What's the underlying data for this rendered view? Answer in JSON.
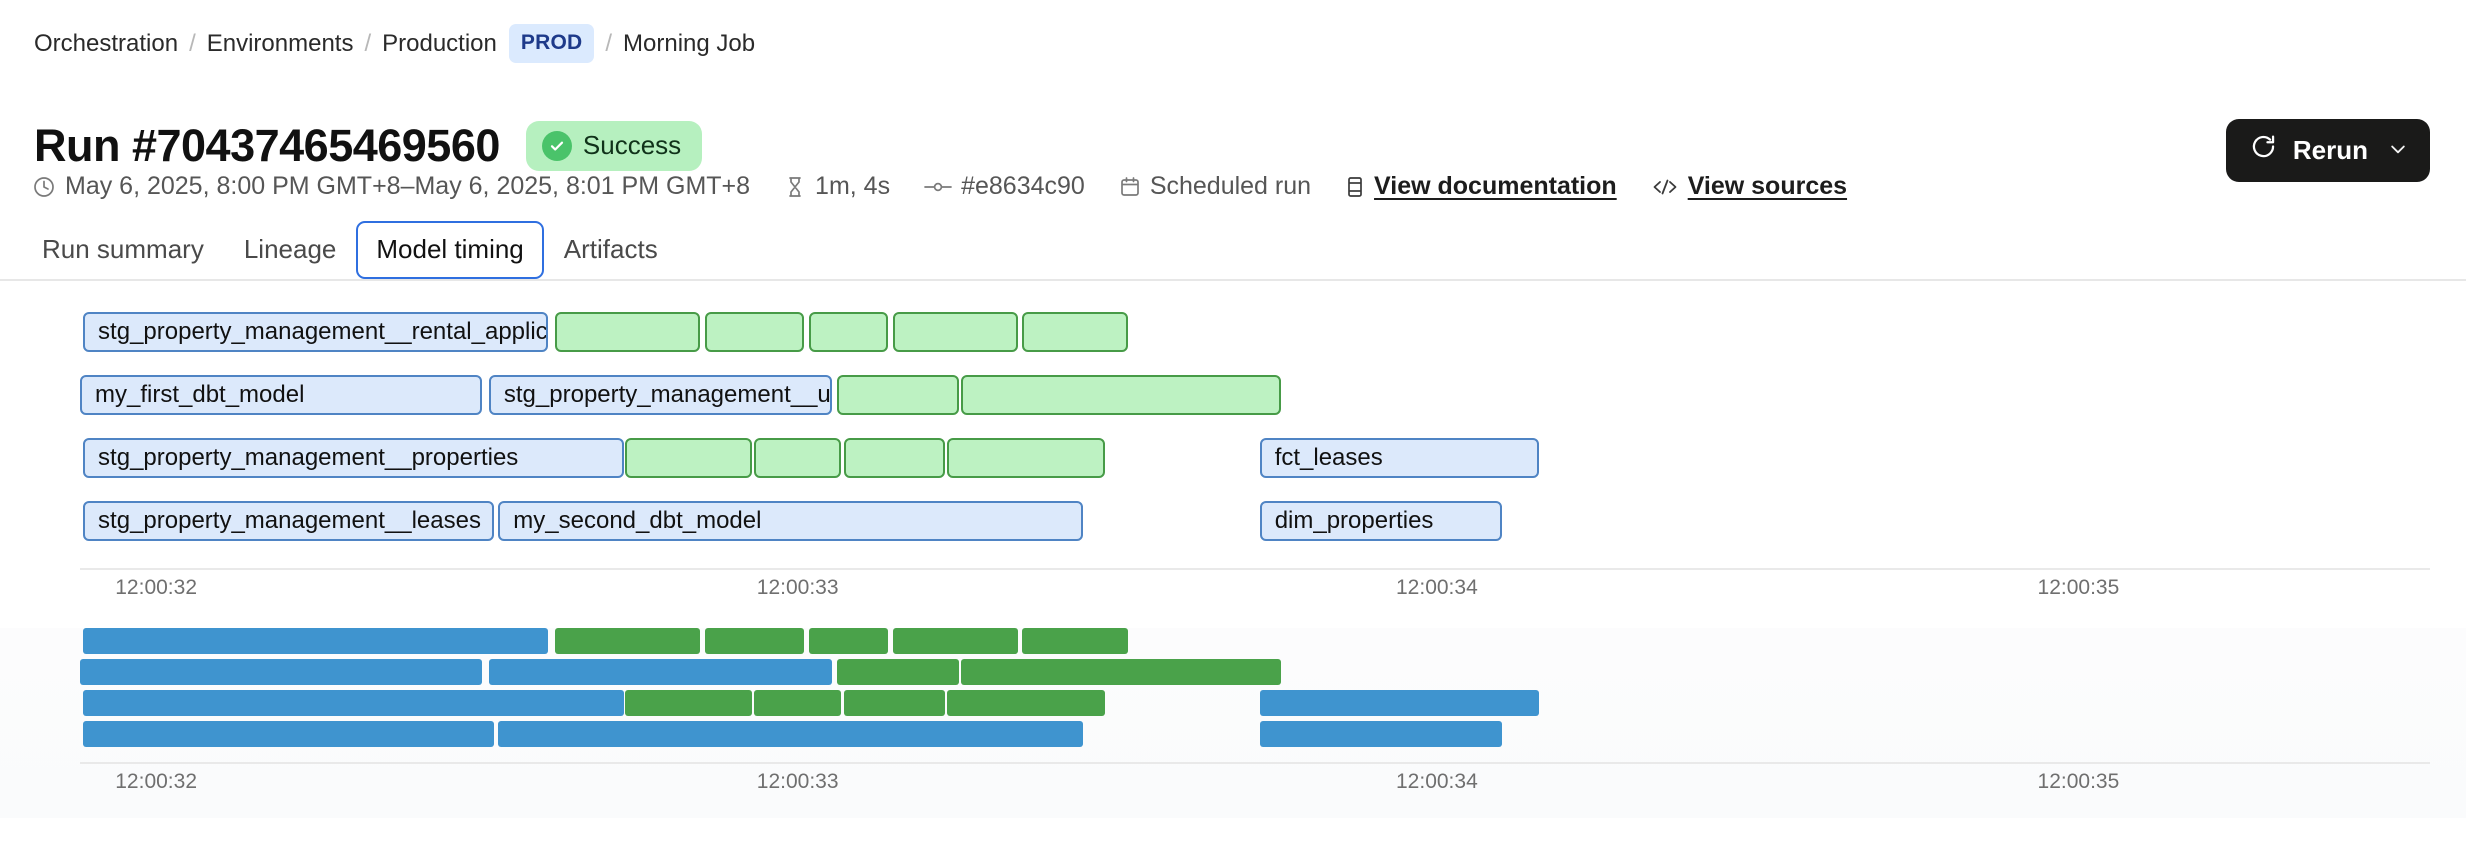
{
  "breadcrumb": {
    "items": [
      {
        "label": "Orchestration",
        "type": "link"
      },
      {
        "label": "Environments",
        "type": "link"
      },
      {
        "label": "Production",
        "type": "link"
      },
      {
        "label": "PROD",
        "type": "badge"
      },
      {
        "label": "Morning Job",
        "type": "current"
      }
    ],
    "separator": "/"
  },
  "header": {
    "title": "Run #70437465469560",
    "status": {
      "label": "Success",
      "icon": "check-circle-icon",
      "color": "#b6f0bf"
    },
    "rerun": {
      "label": "Rerun",
      "icon": "refresh-icon",
      "chevron": "chevron-down-icon"
    }
  },
  "meta": {
    "timerange": {
      "icon": "clock-icon",
      "text": "May 6, 2025, 8:00 PM GMT+8–May 6, 2025, 8:01 PM GMT+8"
    },
    "duration": {
      "icon": "hourglass-icon",
      "text": "1m, 4s"
    },
    "commit": {
      "icon": "commit-icon",
      "text": "#e8634c90"
    },
    "trigger": {
      "icon": "calendar-icon",
      "text": "Scheduled run"
    },
    "documentation": {
      "icon": "book-icon",
      "text": "View documentation"
    },
    "sources": {
      "icon": "code-icon",
      "text": "View sources"
    }
  },
  "tabs": [
    {
      "label": "Run summary",
      "active": false
    },
    {
      "label": "Lineage",
      "active": false
    },
    {
      "label": "Model timing",
      "active": true
    },
    {
      "label": "Artifacts",
      "active": false
    }
  ],
  "chart_data": [
    {
      "id": "model-timing-outlined",
      "type": "bar",
      "title": "",
      "style": "outlined",
      "xlabel": "",
      "ylabel": "",
      "grid": false,
      "legend": null,
      "axis_ticks": [
        {
          "label": "12:00:32",
          "pos_pct": 1.5
        },
        {
          "label": "12:00:33",
          "pos_pct": 28.8
        },
        {
          "label": "12:00:34",
          "pos_pct": 56.0
        },
        {
          "label": "12:00:35",
          "pos_pct": 83.3
        }
      ],
      "colors": {
        "blue_fill": "#dce9fb",
        "blue_border": "#4f84c4",
        "green_fill": "#bdf2c2",
        "green_border": "#479b47"
      },
      "rows": [
        {
          "row": 1,
          "segments": [
            {
              "label": "stg_property_management__rental_applications",
              "color": "blue",
              "start_pct": 0.13,
              "width_pct": 19.8
            },
            {
              "label": "",
              "color": "green",
              "start_pct": 20.2,
              "width_pct": 6.2
            },
            {
              "label": "",
              "color": "green",
              "start_pct": 26.6,
              "width_pct": 4.2
            },
            {
              "label": "",
              "color": "green",
              "start_pct": 31.0,
              "width_pct": 3.4
            },
            {
              "label": "",
              "color": "green",
              "start_pct": 34.6,
              "width_pct": 5.3
            },
            {
              "label": "",
              "color": "green",
              "start_pct": 40.1,
              "width_pct": 4.5
            }
          ]
        },
        {
          "row": 2,
          "segments": [
            {
              "label": "my_first_dbt_model",
              "color": "blue",
              "start_pct": 0.0,
              "width_pct": 17.1
            },
            {
              "label": "stg_property_management__units",
              "color": "blue",
              "start_pct": 17.4,
              "width_pct": 14.6
            },
            {
              "label": "",
              "color": "green",
              "start_pct": 32.2,
              "width_pct": 5.2
            },
            {
              "label": "",
              "color": "green",
              "start_pct": 37.5,
              "width_pct": 13.6
            }
          ]
        },
        {
          "row": 3,
          "segments": [
            {
              "label": "stg_property_management__properties",
              "color": "blue",
              "start_pct": 0.13,
              "width_pct": 23.0
            },
            {
              "label": "",
              "color": "green",
              "start_pct": 23.2,
              "width_pct": 5.4
            },
            {
              "label": "",
              "color": "green",
              "start_pct": 28.7,
              "width_pct": 3.7
            },
            {
              "label": "",
              "color": "green",
              "start_pct": 32.5,
              "width_pct": 4.3
            },
            {
              "label": "",
              "color": "green",
              "start_pct": 36.9,
              "width_pct": 6.7
            },
            {
              "label": "fct_leases",
              "color": "blue",
              "start_pct": 50.2,
              "width_pct": 11.9
            }
          ]
        },
        {
          "row": 4,
          "segments": [
            {
              "label": "stg_property_management__leases",
              "color": "blue",
              "start_pct": 0.13,
              "width_pct": 17.5
            },
            {
              "label": "my_second_dbt_model",
              "color": "blue",
              "start_pct": 17.8,
              "width_pct": 24.9
            },
            {
              "label": "dim_properties",
              "color": "blue",
              "start_pct": 50.2,
              "width_pct": 10.3
            }
          ]
        }
      ]
    },
    {
      "id": "model-timing-solid",
      "type": "bar",
      "title": "",
      "style": "solid",
      "xlabel": "",
      "ylabel": "",
      "grid": false,
      "legend": null,
      "axis_ticks": [
        {
          "label": "12:00:32",
          "pos_pct": 1.5
        },
        {
          "label": "12:00:33",
          "pos_pct": 28.8
        },
        {
          "label": "12:00:34",
          "pos_pct": 56.0
        },
        {
          "label": "12:00:35",
          "pos_pct": 83.3
        }
      ],
      "colors": {
        "blue": "#3f94cf",
        "green": "#4aa24a"
      },
      "rows": [
        {
          "row": 1,
          "segments": [
            {
              "color": "blue",
              "start_pct": 0.13,
              "width_pct": 19.8
            },
            {
              "color": "green",
              "start_pct": 20.2,
              "width_pct": 6.2
            },
            {
              "color": "green",
              "start_pct": 26.6,
              "width_pct": 4.2
            },
            {
              "color": "green",
              "start_pct": 31.0,
              "width_pct": 3.4
            },
            {
              "color": "green",
              "start_pct": 34.6,
              "width_pct": 5.3
            },
            {
              "color": "green",
              "start_pct": 40.1,
              "width_pct": 4.5
            }
          ]
        },
        {
          "row": 2,
          "segments": [
            {
              "color": "blue",
              "start_pct": 0.0,
              "width_pct": 17.1
            },
            {
              "color": "blue",
              "start_pct": 17.4,
              "width_pct": 14.6
            },
            {
              "color": "green",
              "start_pct": 32.2,
              "width_pct": 5.2
            },
            {
              "color": "green",
              "start_pct": 37.5,
              "width_pct": 13.6
            }
          ]
        },
        {
          "row": 3,
          "segments": [
            {
              "color": "blue",
              "start_pct": 0.13,
              "width_pct": 23.0
            },
            {
              "color": "green",
              "start_pct": 23.2,
              "width_pct": 5.4
            },
            {
              "color": "green",
              "start_pct": 28.7,
              "width_pct": 3.7
            },
            {
              "color": "green",
              "start_pct": 32.5,
              "width_pct": 4.3
            },
            {
              "color": "green",
              "start_pct": 36.9,
              "width_pct": 6.7
            },
            {
              "color": "blue",
              "start_pct": 50.2,
              "width_pct": 11.9
            }
          ]
        },
        {
          "row": 4,
          "segments": [
            {
              "color": "blue",
              "start_pct": 0.13,
              "width_pct": 17.5
            },
            {
              "color": "blue",
              "start_pct": 17.8,
              "width_pct": 24.9
            },
            {
              "color": "blue",
              "start_pct": 50.2,
              "width_pct": 10.3
            }
          ]
        }
      ]
    }
  ]
}
